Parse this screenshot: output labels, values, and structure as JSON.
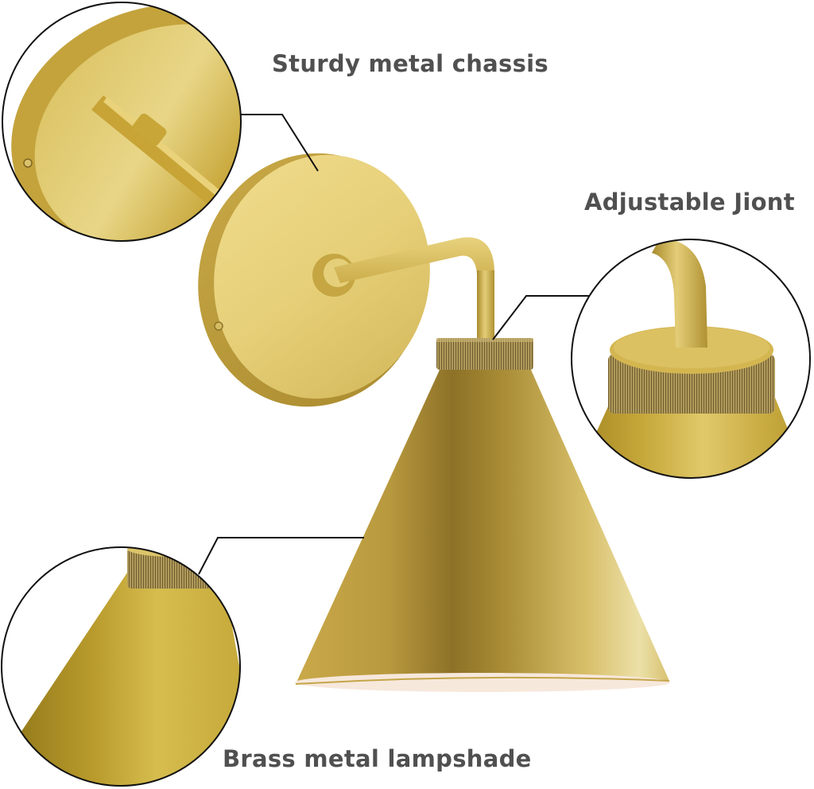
{
  "product": {
    "name": "Brass cone wall sconce",
    "finish_color": "#c9a83c"
  },
  "callouts": [
    {
      "id": "chassis",
      "label": "Sturdy metal chassis",
      "detail": "wall-plate-closeup"
    },
    {
      "id": "joint",
      "label": "Adjustable Jiont",
      "detail": "knurled-collar-closeup"
    },
    {
      "id": "shade",
      "label": "Brass metal lampshade",
      "detail": "cone-shade-closeup"
    }
  ],
  "colors": {
    "label_text": "#505050",
    "leader_line": "#111111",
    "brass_light": "#e8d48a",
    "brass_mid": "#c9a83c",
    "brass_dark": "#8f7220",
    "shade_interior": "#f7e8dc",
    "background": "#ffffff"
  }
}
